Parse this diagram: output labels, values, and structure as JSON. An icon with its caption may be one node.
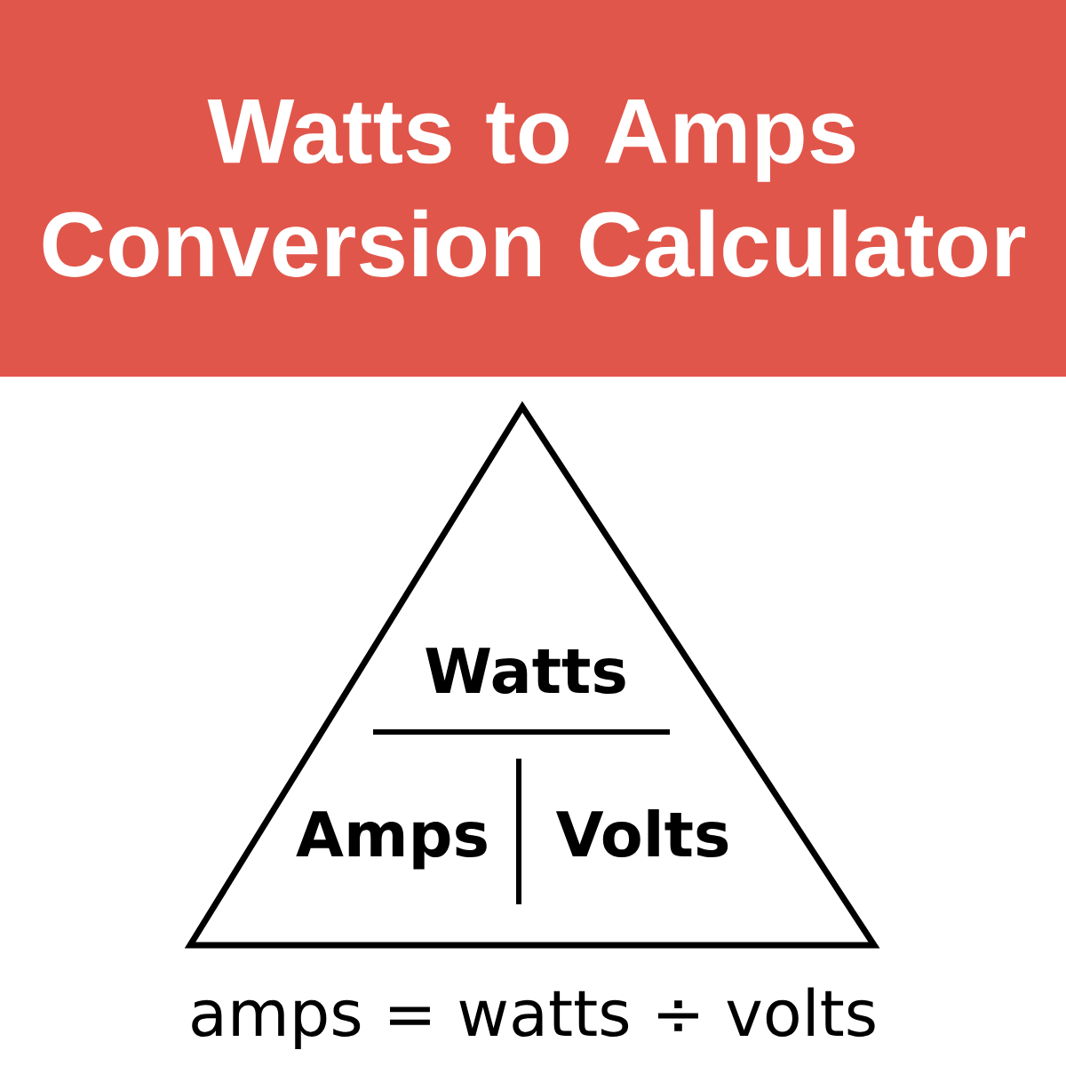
{
  "diagram": {
    "title": "Watts to Amps Conversion Calculator",
    "caption": "amps = watts ÷ volts",
    "nodes": [
      {
        "text": [
          "Watts",
          "Amps",
          "Volts"
        ]
      }
    ]
  }
}
